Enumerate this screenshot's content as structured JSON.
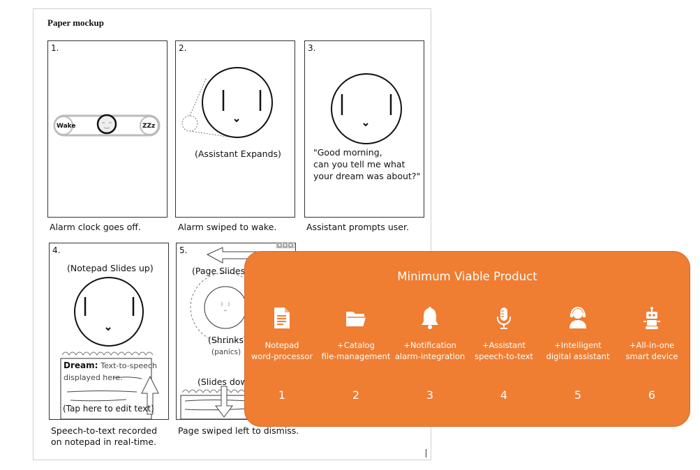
{
  "title": "Paper mockup",
  "panels": [
    {
      "num": "1.",
      "caption": "Alarm clock goes off.",
      "wake": "Wake",
      "sleep": "ZZz"
    },
    {
      "num": "2.",
      "caption": "Alarm swiped to wake.",
      "text": "(Assistant Expands)"
    },
    {
      "num": "3.",
      "caption": "Assistant prompts user.",
      "line1": "\"Good morning,",
      "line2": "can you tell me what",
      "line3": "your dream was about?\""
    },
    {
      "num": "4.",
      "caption1": "Speech-to-text recorded",
      "caption2": "on notepad in real-time.",
      "top": "(Notepad Slides up)",
      "dream_label": "Dream:",
      "dream_text1": "Text-to-speech",
      "dream_text2": "displayed here.",
      "tap": "(Tap here to edit text)"
    },
    {
      "num": "5.",
      "caption": "Page swiped left to dismiss.",
      "top": "(Page Slides",
      "shrinks": "(Shrinks)",
      "panics": "(panics)",
      "slides": "(Slides dow"
    }
  ],
  "mvp": {
    "title": "Minimum Viable Product",
    "accent": "#ef7d32",
    "items": [
      {
        "icon": "notepad-icon",
        "line1": "Notepad",
        "line2": "word-processor",
        "num": "1"
      },
      {
        "icon": "folder-icon",
        "line1": "+Catalog",
        "line2": "file-management",
        "num": "2"
      },
      {
        "icon": "bell-icon",
        "line1": "+Notification",
        "line2": "alarm-integration",
        "num": "3"
      },
      {
        "icon": "microphone-icon",
        "line1": "+Assistant",
        "line2": "speech-to-text",
        "num": "4"
      },
      {
        "icon": "support-agent-icon",
        "line1": "+Intelligent",
        "line2": "digital assistant",
        "num": "5"
      },
      {
        "icon": "robot-icon",
        "line1": "+All-in-one",
        "line2": "smart device",
        "num": "6"
      }
    ]
  }
}
